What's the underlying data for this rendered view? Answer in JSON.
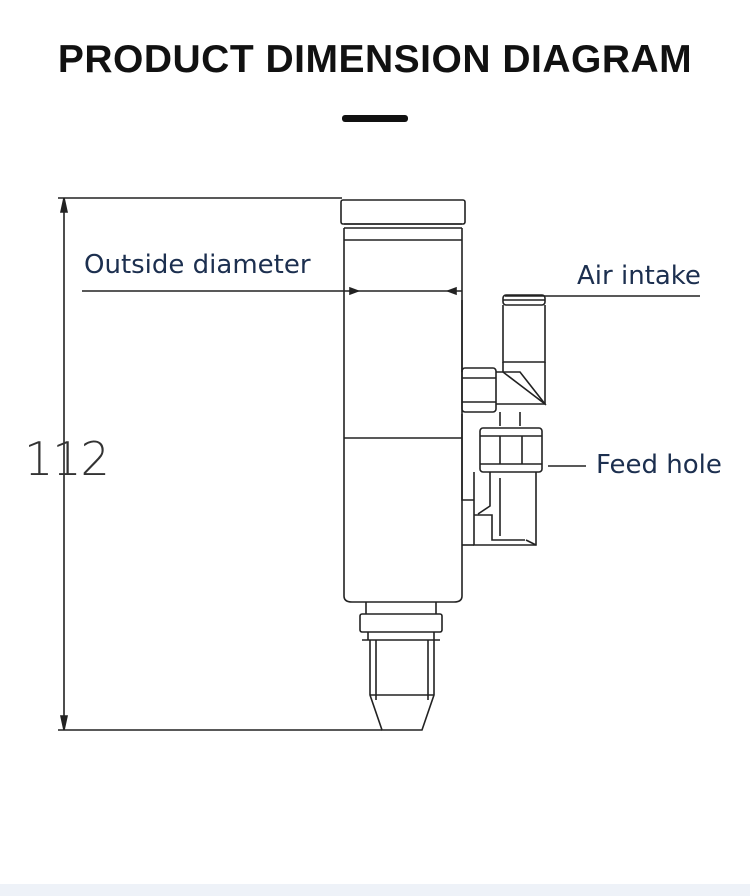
{
  "title": "PRODUCT DIMENSION DIAGRAM",
  "labels": {
    "outside_diameter": "Outside diameter",
    "air_intake": "Air intake",
    "feed_hole": "Feed hole"
  },
  "dimensions": {
    "overall_height": "112"
  },
  "colors": {
    "title": "#111111",
    "label_text": "#1c2f4f",
    "drawing_line": "#222222"
  }
}
